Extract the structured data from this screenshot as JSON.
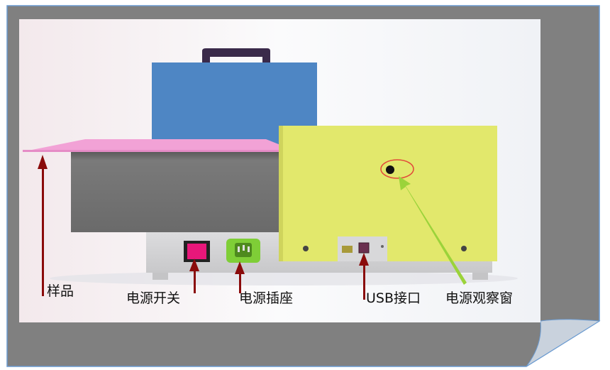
{
  "labels": {
    "sample": "样品",
    "power_switch": "电源开关",
    "power_socket": "电源插座",
    "usb_port": "USB接口",
    "power_window": "电源观察窗"
  },
  "colors": {
    "frame": "#808080",
    "frame_border": "#6a9ad0",
    "blue_box": "#4e86c4",
    "pink_tray": "#f2a2d6",
    "yellow_panel": "#e2e86c",
    "gray_body": "#6f6f6f",
    "base": "#d4d4d6",
    "switch": "#e8177a",
    "socket": "#7fce37",
    "arrow_red": "#8a0b0b",
    "arrow_green": "#9bd33a",
    "ellipse_red": "#e24a3a"
  }
}
